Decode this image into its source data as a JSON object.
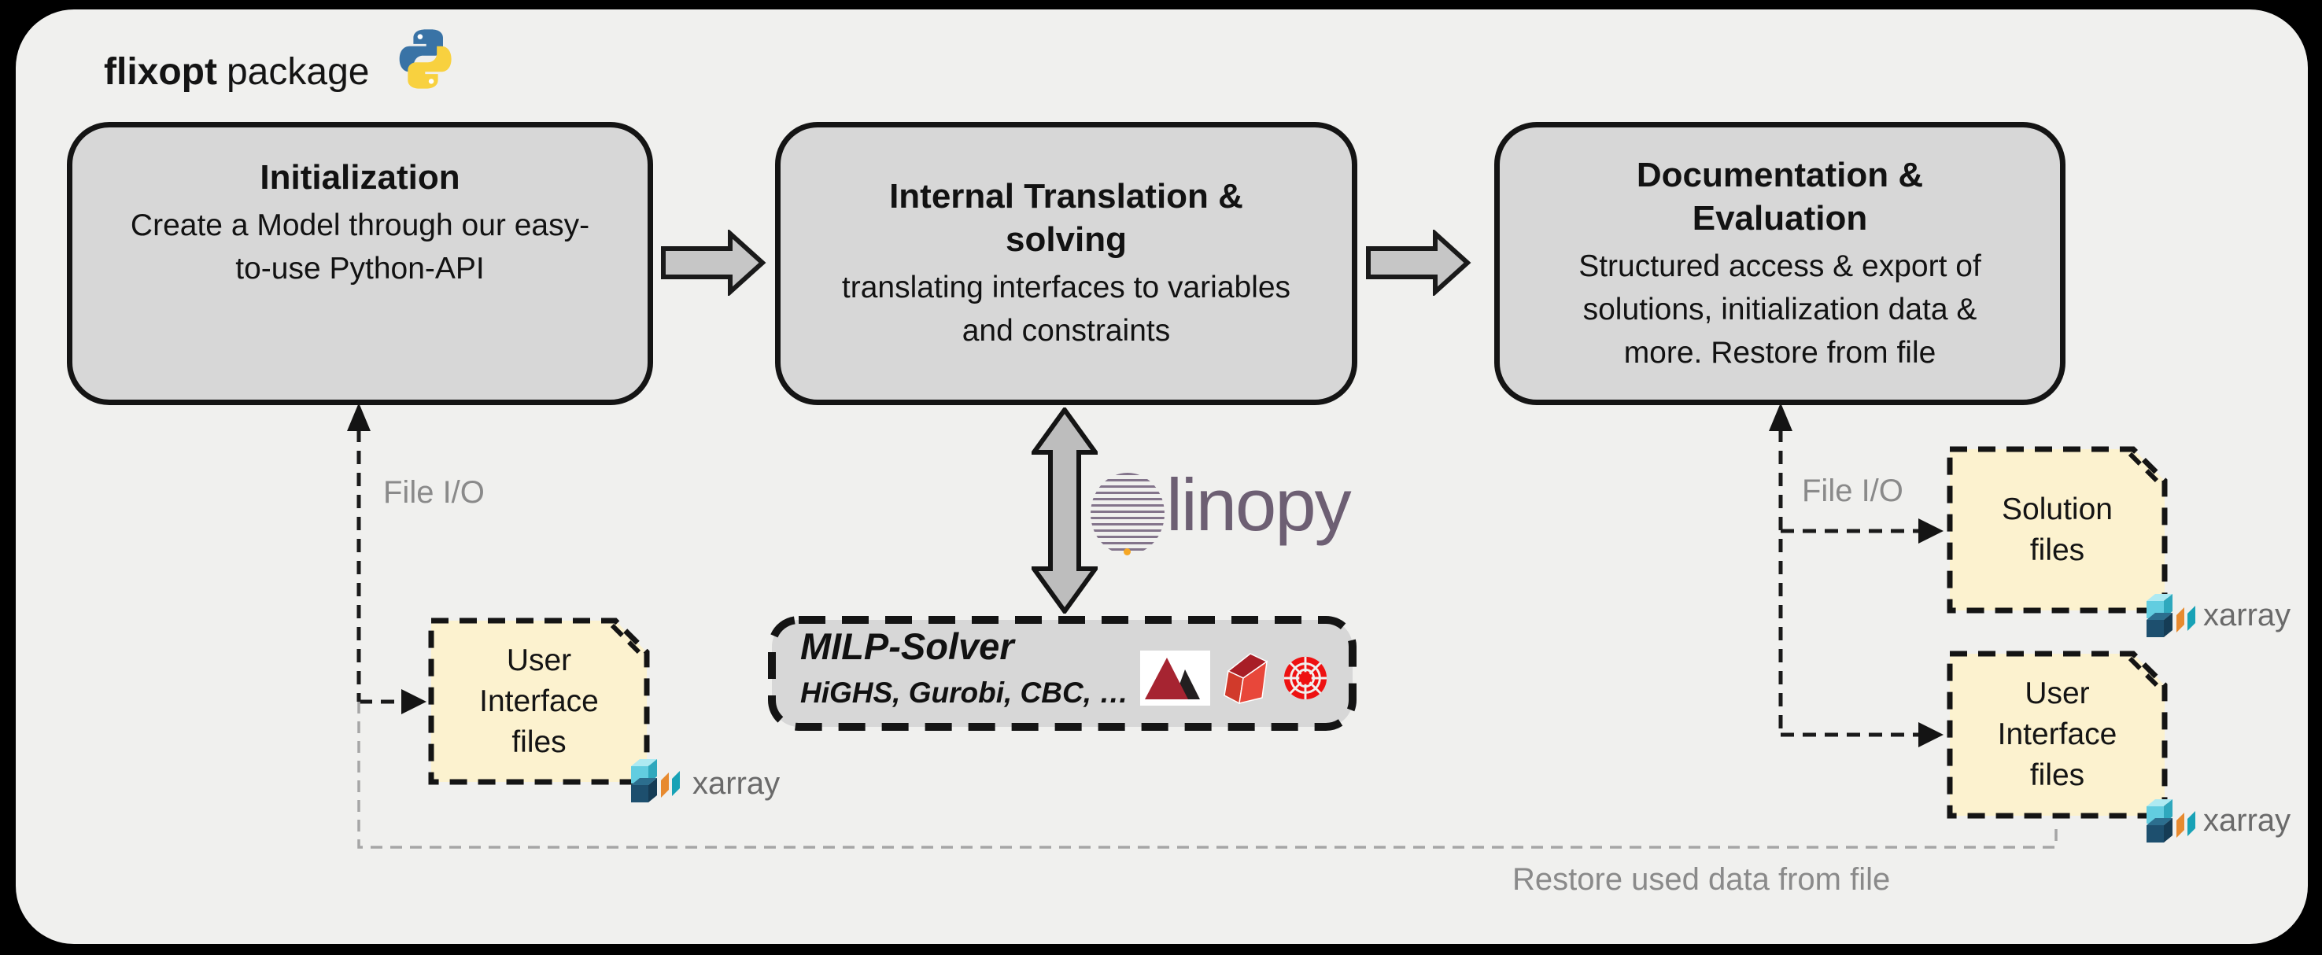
{
  "header": {
    "title_bold": "flixopt",
    "title_rest": "package"
  },
  "pipeline": [
    {
      "id": "initialization",
      "title_lines": [
        "Initialization"
      ],
      "body_lines": [
        "Create a Model through our easy-",
        "to-use Python-API"
      ]
    },
    {
      "id": "internal-translation",
      "title_lines": [
        "Internal Translation &",
        "solving"
      ],
      "body_lines": [
        "translating interfaces to variables",
        "and constraints"
      ]
    },
    {
      "id": "documentation-evaluation",
      "title_lines": [
        "Documentation &",
        "Evaluation"
      ],
      "body_lines": [
        "Structured access & export of",
        "solutions, initialization data &",
        "more. Restore from file"
      ]
    }
  ],
  "milp": {
    "title": "MILP-Solver",
    "subtitle": "HiGHS, Gurobi, CBC, …",
    "solver_icons": [
      "highs-logo",
      "gurobi-logo",
      "cbc-logo"
    ]
  },
  "linopy": {
    "label": "linopy"
  },
  "labels": {
    "file_io_left": "File I/O",
    "file_io_right": "File I/O",
    "restore": "Restore used data from file"
  },
  "file_boxes": {
    "user_interface_left": {
      "lines": [
        "User",
        "Interface",
        "files"
      ],
      "tech": "xarray"
    },
    "solution": {
      "lines": [
        "Solution",
        "files"
      ],
      "tech": "xarray"
    },
    "user_interface_right": {
      "lines": [
        "User",
        "Interface",
        "files"
      ],
      "tech": "xarray"
    }
  },
  "colors": {
    "canvas": "#F0F0EE",
    "stage_box_fill": "#D7D7D7",
    "file_box_fill": "#FCF2CF",
    "outline": "#141414",
    "muted_text": "#8A8A8A",
    "linopy_purple": "#6D5F73",
    "linopy_dot_orange": "#F5A623",
    "python_blue": "#3973A6",
    "python_yellow": "#F8D13F",
    "solver_red": "#C8202B",
    "cbc_red": "#EE1111",
    "xarray_cyan": "#62CDE0",
    "xarray_navy": "#1D4F6E",
    "xarray_orange": "#E78A2F",
    "xarray_teal": "#18A2B6"
  }
}
